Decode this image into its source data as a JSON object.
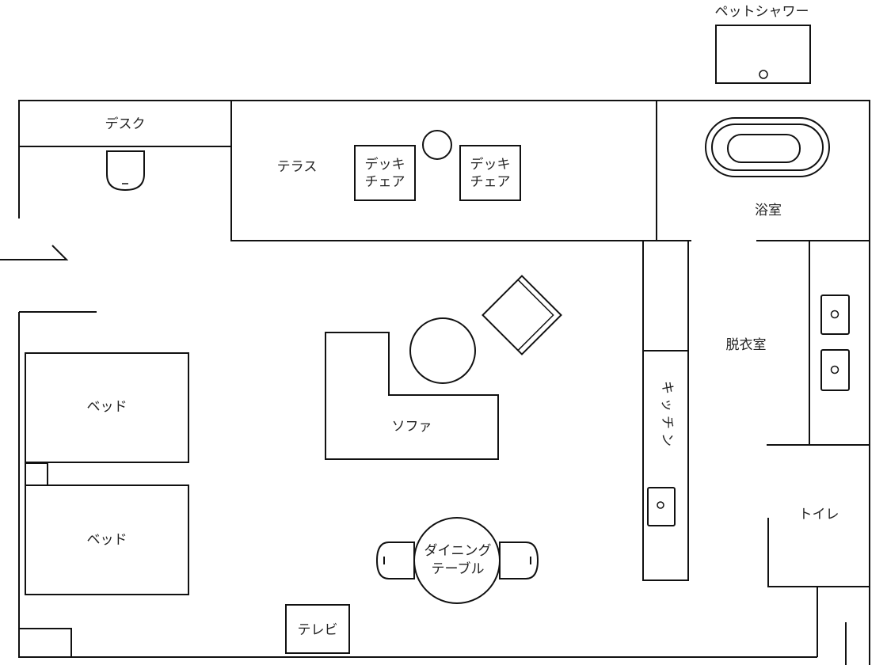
{
  "labels": {
    "pet_shower": "ペットシャワー",
    "desk": "デスク",
    "terrace": "テラス",
    "deck_chair_line1": "デッキ",
    "deck_chair_line2": "チェア",
    "bathroom": "浴室",
    "dressing_room": "脱衣室",
    "bed": "ベッド",
    "sofa": "ソファ",
    "kitchen": "キッチン",
    "toilet": "トイレ",
    "dining_line1": "ダイニング",
    "dining_line2": "テーブル",
    "tv": "テレビ"
  },
  "colors": {
    "line": "#111111",
    "text": "#222222",
    "background": "#ffffff"
  }
}
